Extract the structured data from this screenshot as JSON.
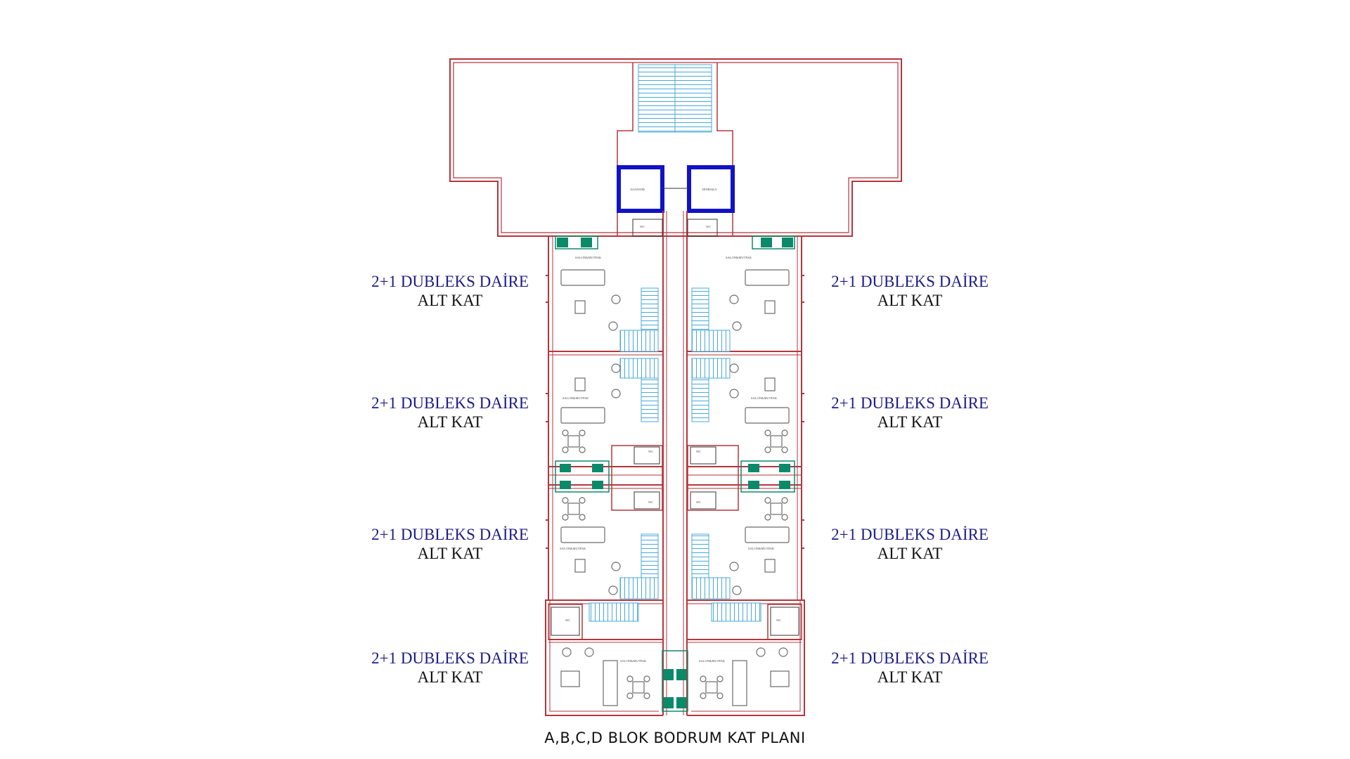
{
  "colors": {
    "wall": "#b3363d",
    "elevator_wall": "#1212c8",
    "stair": "#49a9d9",
    "kitchen": "#0b8a6a",
    "furniture": "#6b6b6b",
    "unit_title": "#1c1c8a",
    "text": "#111111"
  },
  "units": [
    {
      "title": "2+1 DUBLEKS DAİRE",
      "subtitle": "ALT KAT"
    },
    {
      "title": "2+1 DUBLEKS DAİRE",
      "subtitle": "ALT KAT"
    },
    {
      "title": "2+1 DUBLEKS DAİRE",
      "subtitle": "ALT KAT"
    },
    {
      "title": "2+1 DUBLEKS DAİRE",
      "subtitle": "ALT KAT"
    },
    {
      "title": "2+1 DUBLEKS DAİRE",
      "subtitle": "ALT KAT"
    },
    {
      "title": "2+1 DUBLEKS DAİRE",
      "subtitle": "ALT KAT"
    },
    {
      "title": "2+1 DUBLEKS DAİRE",
      "subtitle": "ALT KAT"
    },
    {
      "title": "2+1 DUBLEKS DAİRE",
      "subtitle": "ALT KAT"
    }
  ],
  "rooms": {
    "elevator": "ASANSÖR",
    "shaft": "BİNBAKA",
    "living_kitchen": "SALON&MUTFAK",
    "wc": "WC"
  },
  "caption": "A,B,C,D BLOK BODRUM KAT PLANI"
}
